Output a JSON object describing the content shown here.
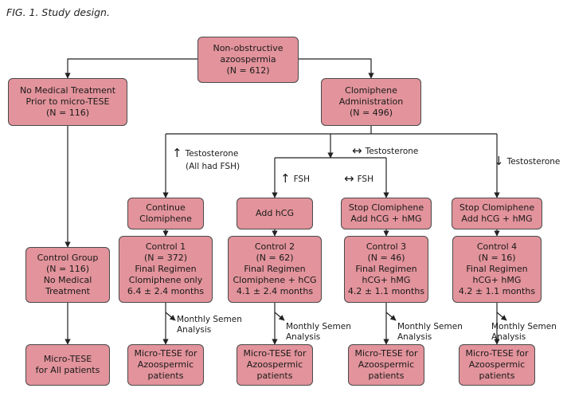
{
  "caption": "FIG. 1. Study design.",
  "root": [
    "Non-obstructive",
    "azoospermia",
    "(N = 612)"
  ],
  "no_treatment": [
    "No Medical Treatment",
    "Prior to micro-TESE",
    "(N = 116)"
  ],
  "clomiphene": [
    "Clomiphene",
    "Administration",
    "(N = 496)"
  ],
  "arrows": {
    "up": "↑",
    "down": "↓",
    "both": "↔"
  },
  "labels": {
    "up_t_a": "Testosterone",
    "up_t_b": "(All had FSH)",
    "both_t": "Testosterone",
    "down_t": "Testosterone",
    "up_fsh": "FSH",
    "both_fsh": "FSH",
    "semen_a": "Monthly Semen",
    "semen_b": "Analysis"
  },
  "actions": [
    [
      "Continue",
      "Clomiphene"
    ],
    [
      "Add hCG"
    ],
    [
      "Stop Clomiphene",
      "Add hCG + hMG"
    ],
    [
      "Stop Clomiphene",
      "Add hCG + hMG"
    ]
  ],
  "control_group": [
    "Control Group",
    "(N = 116)",
    "No Medical",
    "Treatment"
  ],
  "controls": [
    [
      "Control 1",
      "(N = 372)",
      "Final Regimen",
      "Clomiphene only",
      "6.4 ± 2.4 months"
    ],
    [
      "Control 2",
      "(N = 62)",
      "Final Regimen",
      "Clomiphene + hCG",
      "4.1 ± 2.4 months"
    ],
    [
      "Control 3",
      "(N = 46)",
      "Final Regimen",
      "hCG+ hMG",
      "4.2 ± 1.1 months"
    ],
    [
      "Control 4",
      "(N = 16)",
      "Final Regimen",
      "hCG+ hMG",
      "4.2 ± 1.1 months"
    ]
  ],
  "final_all": [
    "Micro-TESE",
    "for All patients"
  ],
  "final_azoo": [
    "Micro-TESE for",
    "Azoospermic",
    "patients"
  ]
}
